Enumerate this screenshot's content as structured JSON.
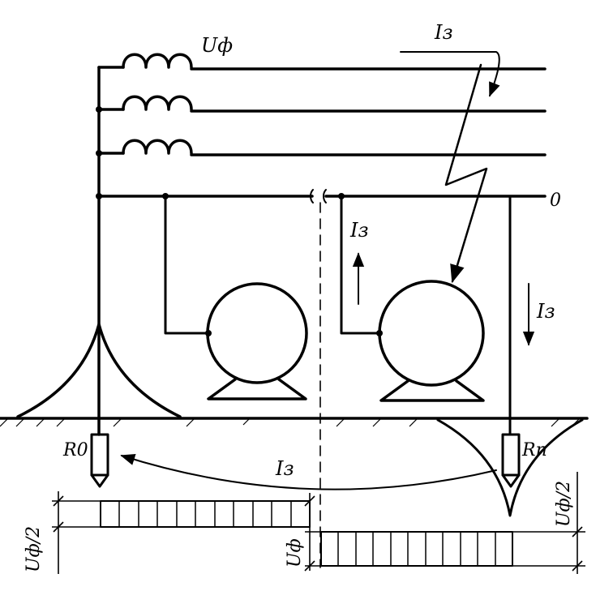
{
  "labels": {
    "phase_voltage": "Uф",
    "fault_current": "Iз",
    "neutral": "0",
    "r0": "R0",
    "rn": "Rn",
    "half_phase_voltage": "Uф/2"
  },
  "colors": {
    "line": "#000000",
    "background": "#ffffff"
  }
}
